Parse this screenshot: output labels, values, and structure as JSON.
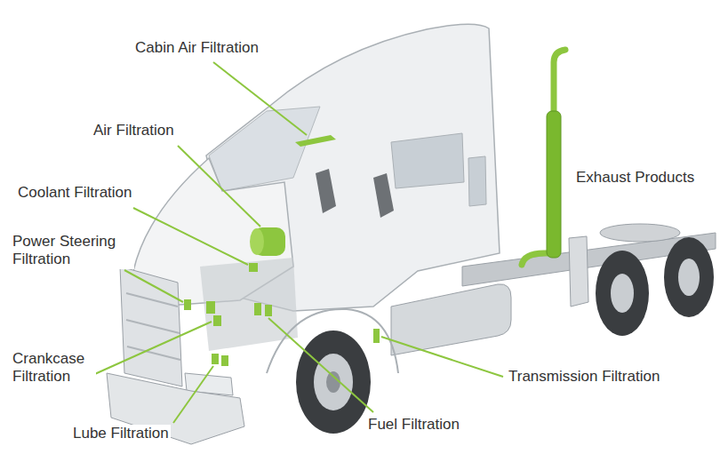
{
  "diagram": {
    "labels": [
      "Cabin Air Filtration",
      "Air Filtration",
      "Coolant Filtration",
      "Power Steering Filtration",
      "Crankcase Filtration",
      "Lube Filtration",
      "Fuel Filtration",
      "Transmission Filtration",
      "Exhaust Products"
    ]
  }
}
